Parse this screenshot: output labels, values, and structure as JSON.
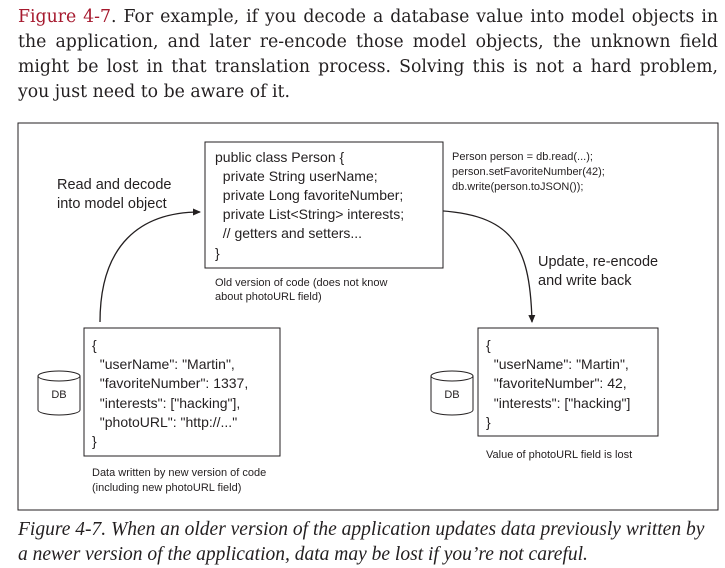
{
  "paragraph": {
    "ref": "Figure 4-7",
    "text": ". For example, if you decode a database value into model objects in the application, and later re-encode those model objects, the unknown field might be lost in that translation process. Solving this is not a hard problem, you just need to be aware of it."
  },
  "figure": {
    "left_label": [
      "Read and decode",
      "into model object"
    ],
    "right_label": [
      "Update, re-encode",
      "and write back"
    ],
    "code_box": [
      "public class Person {",
      "  private String userName;",
      "  private Long favoriteNumber;",
      "  private List<String> interests;",
      "  // getters and setters...",
      "}"
    ],
    "code_caption": [
      "Old version of code (does not know",
      "about photoURL field)"
    ],
    "snippet": [
      "Person person = db.read(...);",
      "person.setFavoriteNumber(42);",
      "db.write(person.toJSON());"
    ],
    "db_label": "DB",
    "left_record": [
      "{",
      "  \"userName\": \"Martin\",",
      "  \"favoriteNumber\": 1337,",
      "  \"interests\": [\"hacking\"],",
      "  \"photoURL\": \"http://...\"",
      "}"
    ],
    "left_caption": [
      "Data written by new version of code",
      "(including new photoURL field)"
    ],
    "right_record": [
      "{",
      "  \"userName\": \"Martin\",",
      "  \"favoriteNumber\": 42,",
      "  \"interests\": [\"hacking\"]",
      "}"
    ],
    "right_caption": "Value of photoURL field is lost"
  },
  "caption": {
    "ref": "Figure 4-7",
    "text": ". When an older version of the application updates data previously written by a newer version of the application, data may be lost if you’re not careful."
  }
}
